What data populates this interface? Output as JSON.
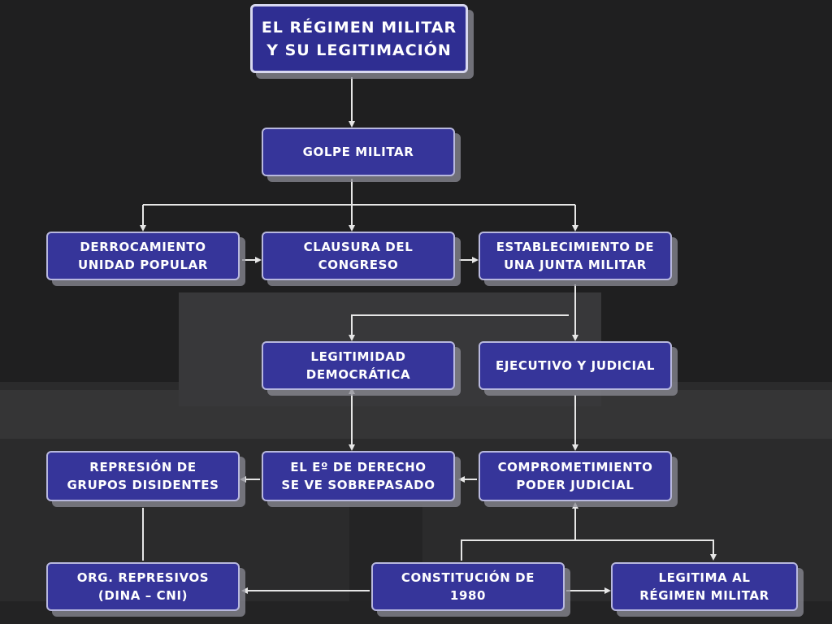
{
  "diagram": {
    "title": "EL RÉGIMEN MILITAR\nY SU LEGITIMACIÓN",
    "nodes": {
      "golpe": "GOLPE MILITAR",
      "derrocamiento": "DERROCAMIENTO\nUNIDAD POPULAR",
      "clausura": "CLAUSURA DEL\nCONGRESO",
      "junta": "ESTABLECIMIENTO DE\nUNA JUNTA MILITAR",
      "legitimidad": "LEGITIMIDAD\nDEMOCRÁTICA",
      "ejecutivo": "EJECUTIVO Y JUDICIAL",
      "represion": "REPRESIÓN DE\nGRUPOS DISIDENTES",
      "estado_derecho": "EL Eº DE DERECHO\nSE VE  SOBREPASADO",
      "comprometimiento": "COMPROMETIMIENTO\nPODER JUDICIAL",
      "organismos": "ORG. REPRESIVOS\n(DINA – CNI)",
      "constitucion": "CONSTITUCIÓN DE\n1980",
      "legitima": "LEGITIMA AL\nRÉGIMEN MILITAR"
    }
  },
  "colors": {
    "box_fill": "#36359a",
    "box_border": "#b8b8de",
    "connector": "#e6e6e6",
    "background": "#1f1f20"
  }
}
